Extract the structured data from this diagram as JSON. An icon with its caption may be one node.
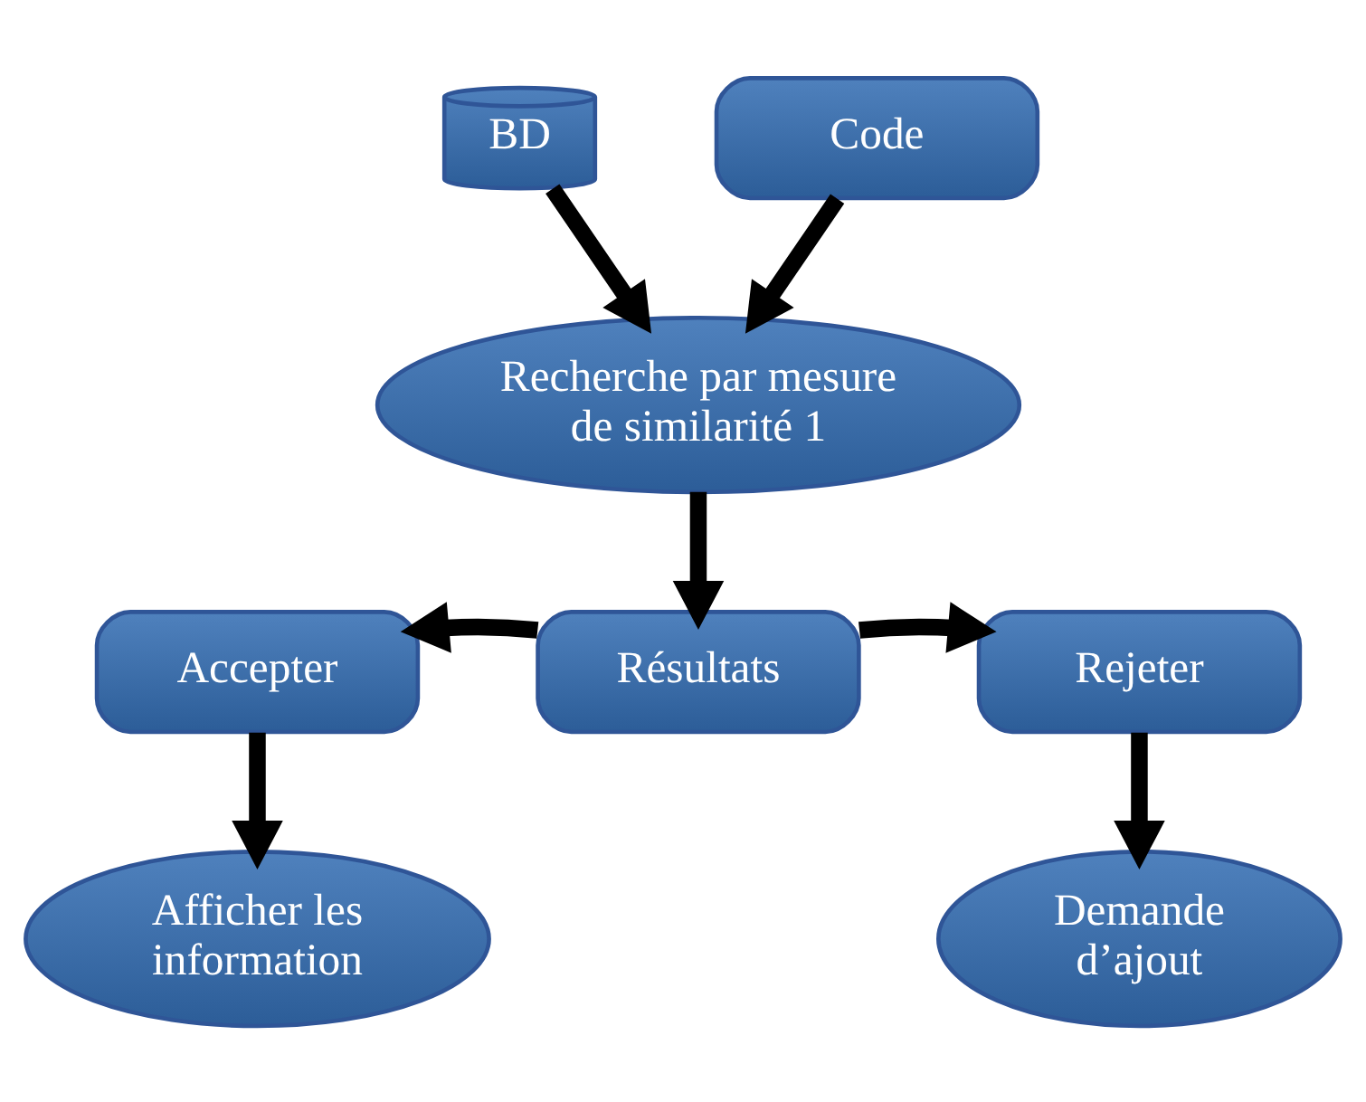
{
  "diagram": {
    "nodes": [
      {
        "text": [
          "BD"
        ]
      },
      {
        "text": [
          "Code"
        ]
      },
      {
        "text": [
          "Recherche par mesure de similarité 1"
        ]
      },
      {
        "text": [
          "Résultats"
        ]
      },
      {
        "text": [
          "Accepter"
        ]
      },
      {
        "text": [
          "Rejeter"
        ]
      },
      {
        "text": [
          "Afficher les information"
        ]
      },
      {
        "text": [
          "Demande d’ajout"
        ]
      }
    ],
    "edges": [
      {
        "from": 0,
        "to": 2,
        "arrow": "to"
      },
      {
        "from": 1,
        "to": 2,
        "arrow": "to"
      },
      {
        "from": 2,
        "to": 3,
        "arrow": "to"
      },
      {
        "from": 3,
        "to": 4,
        "arrow": "to"
      },
      {
        "from": 3,
        "to": 5,
        "arrow": "to"
      },
      {
        "from": 4,
        "to": 6,
        "arrow": "to"
      },
      {
        "from": 5,
        "to": 7,
        "arrow": "to"
      }
    ]
  }
}
